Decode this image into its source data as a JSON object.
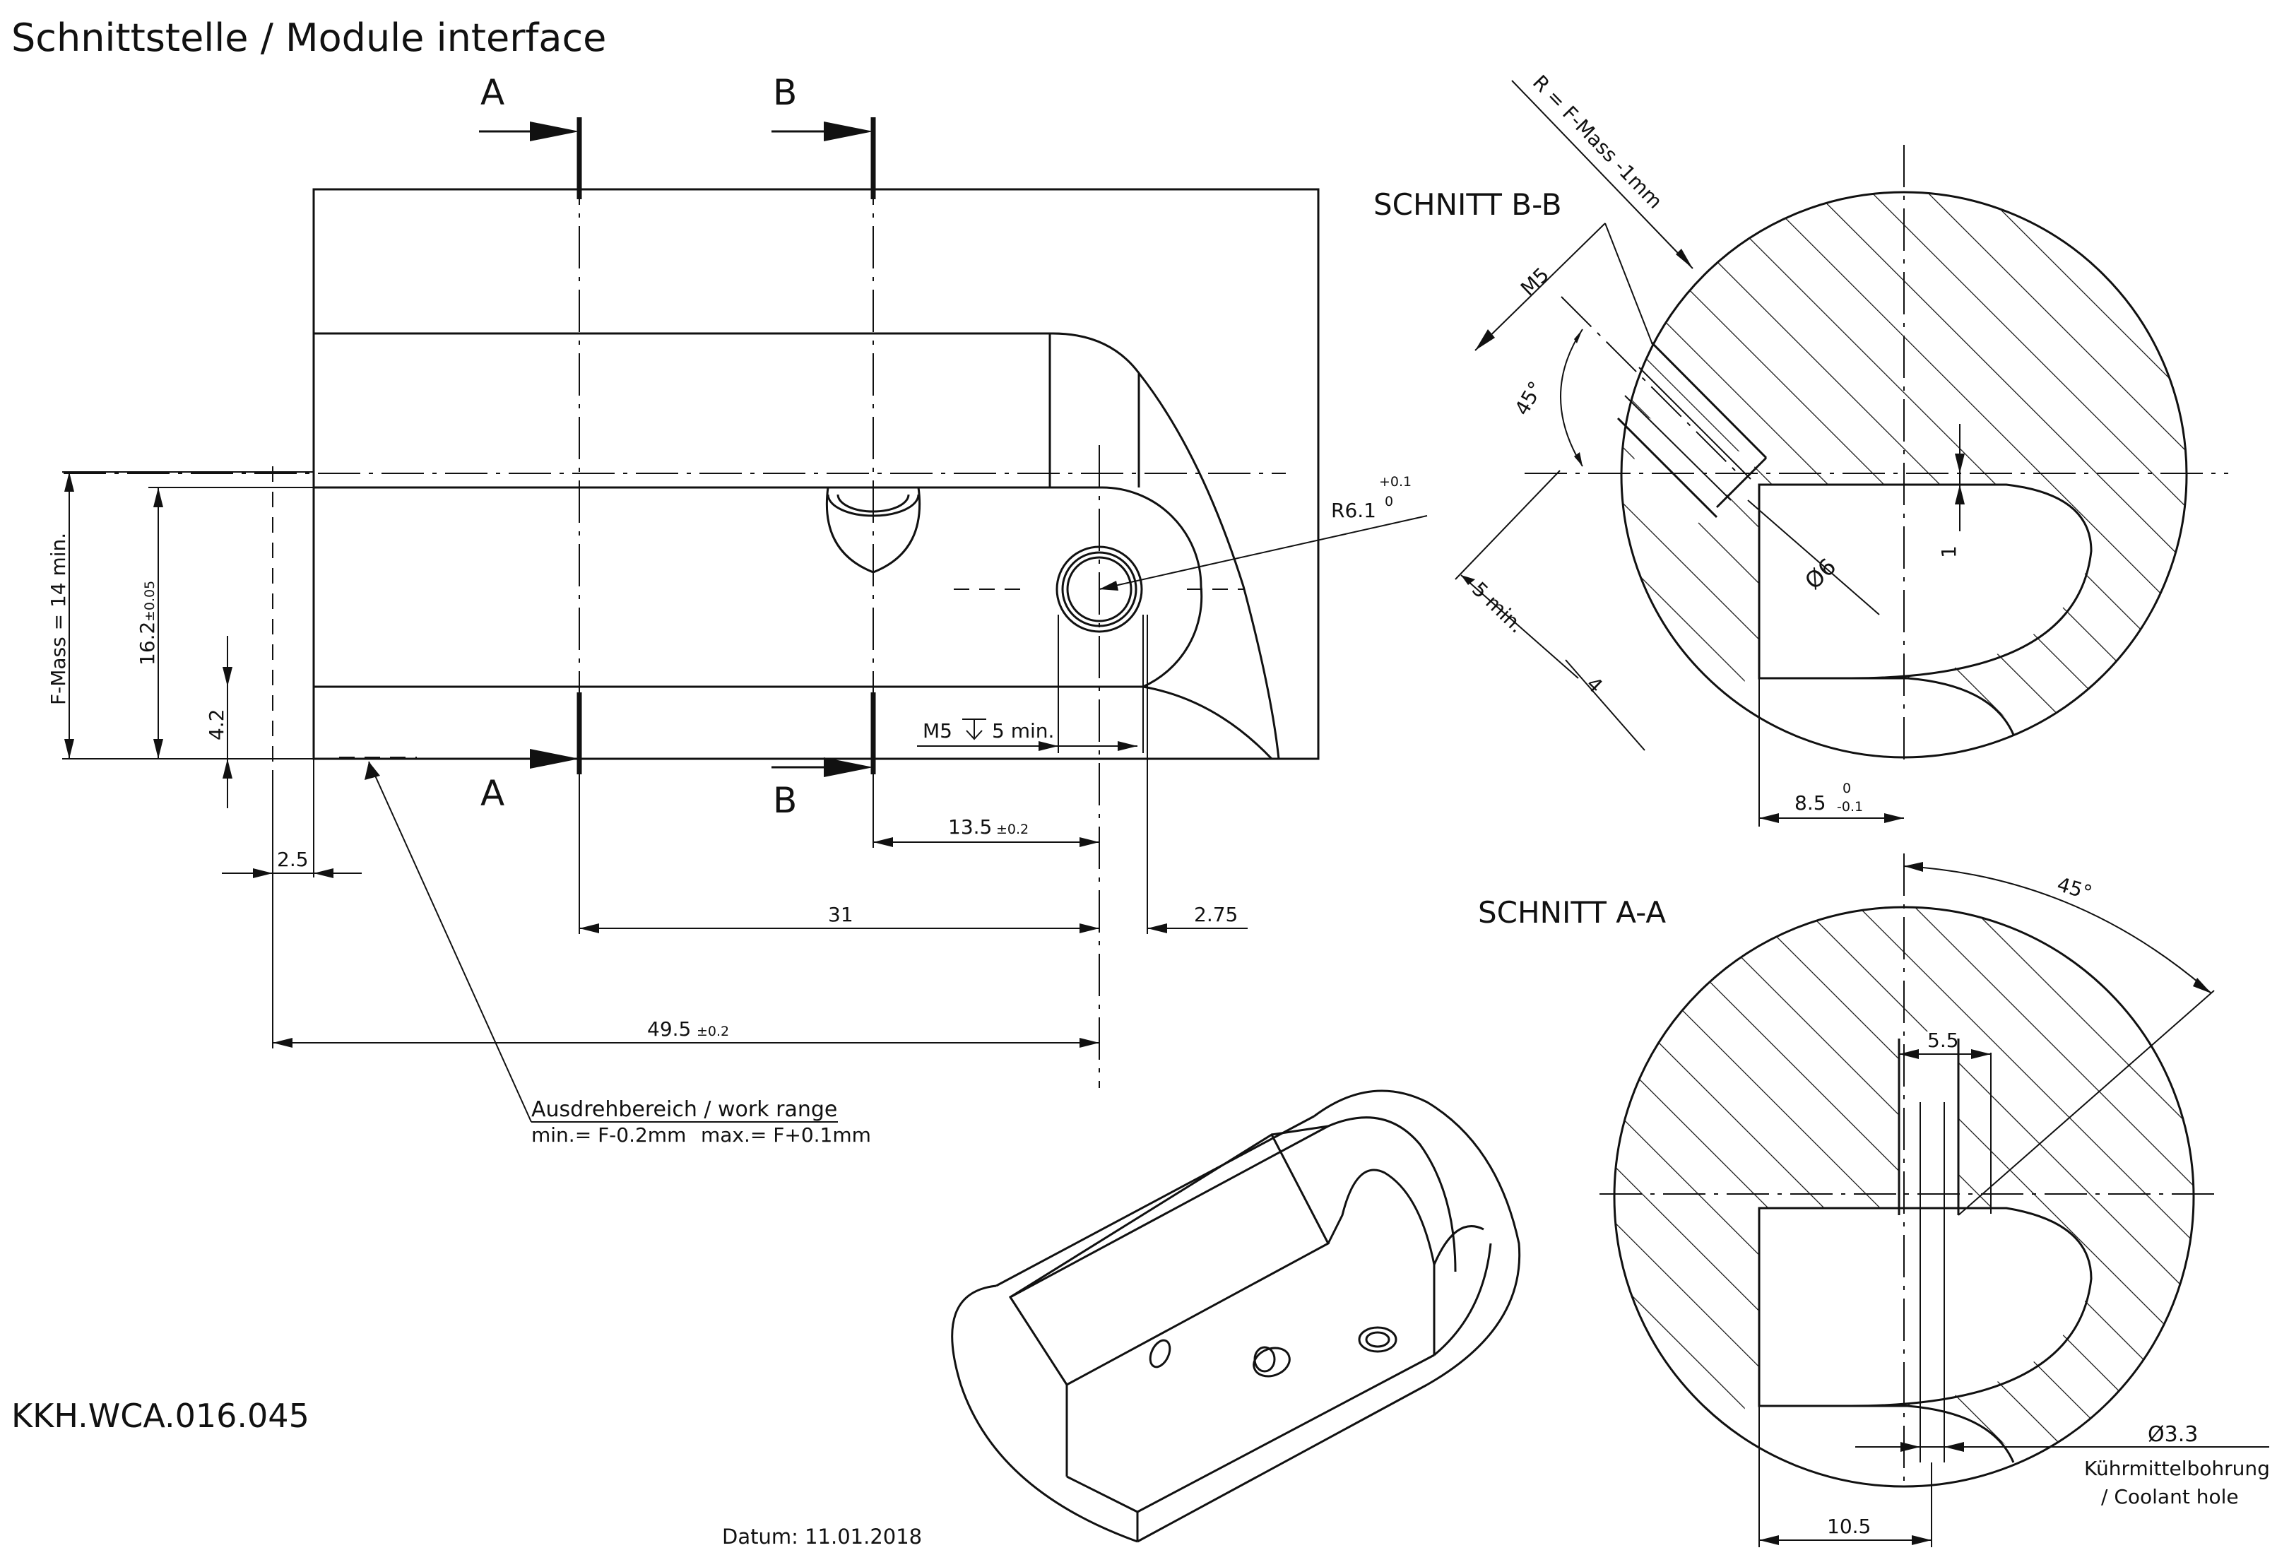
{
  "title": "Schnittstelle / Module interface",
  "part_number": "KKH.WCA.016.045",
  "date": "Datum: 11.01.2018",
  "colors": {
    "line": "#111111",
    "background": "#ffffff"
  },
  "sections": {
    "cut_a": "A",
    "cut_b": "B",
    "schnitt_bb": "SCHNITT B-B",
    "schnitt_aa": "SCHNITT A-A"
  },
  "main_view": {
    "f_mass": "F-Mass = 14 min.",
    "height": "16.2",
    "height_tol": "±0.05",
    "d_4_2": "4.2",
    "radius": "R6.1",
    "radius_tol_up": "+0.1",
    "radius_tol_low": "0",
    "thread": "M5",
    "thread_depth": "5 min.",
    "d_13_5": "13.5",
    "d_13_5_tol": "±0.2",
    "d_2_5": "2.5",
    "d_31": "31",
    "d_2_75": "2.75",
    "d_49_5": "49.5",
    "d_49_5_tol": "±0.2",
    "work_range_title": "Ausdrehbereich / work range",
    "work_range_min": "min.= F-0.2mm",
    "work_range_max": "max.= F+0.1mm"
  },
  "section_bb": {
    "radius_note": "R = F-Mass -1mm",
    "thread": "M5",
    "angle": "45°",
    "depth": "5 min.",
    "d_4": "4",
    "dia": "Ø6",
    "d_1": "1",
    "d_8_5": "8.5",
    "d_8_5_tol_up": "0",
    "d_8_5_tol_low": "-0.1"
  },
  "section_aa": {
    "angle": "45°",
    "d_5_5": "5.5",
    "dia": "Ø3.3",
    "coolant_de": "Kührmittelbohrung",
    "coolant_en": "/ Coolant hole",
    "d_10_5": "10.5"
  }
}
